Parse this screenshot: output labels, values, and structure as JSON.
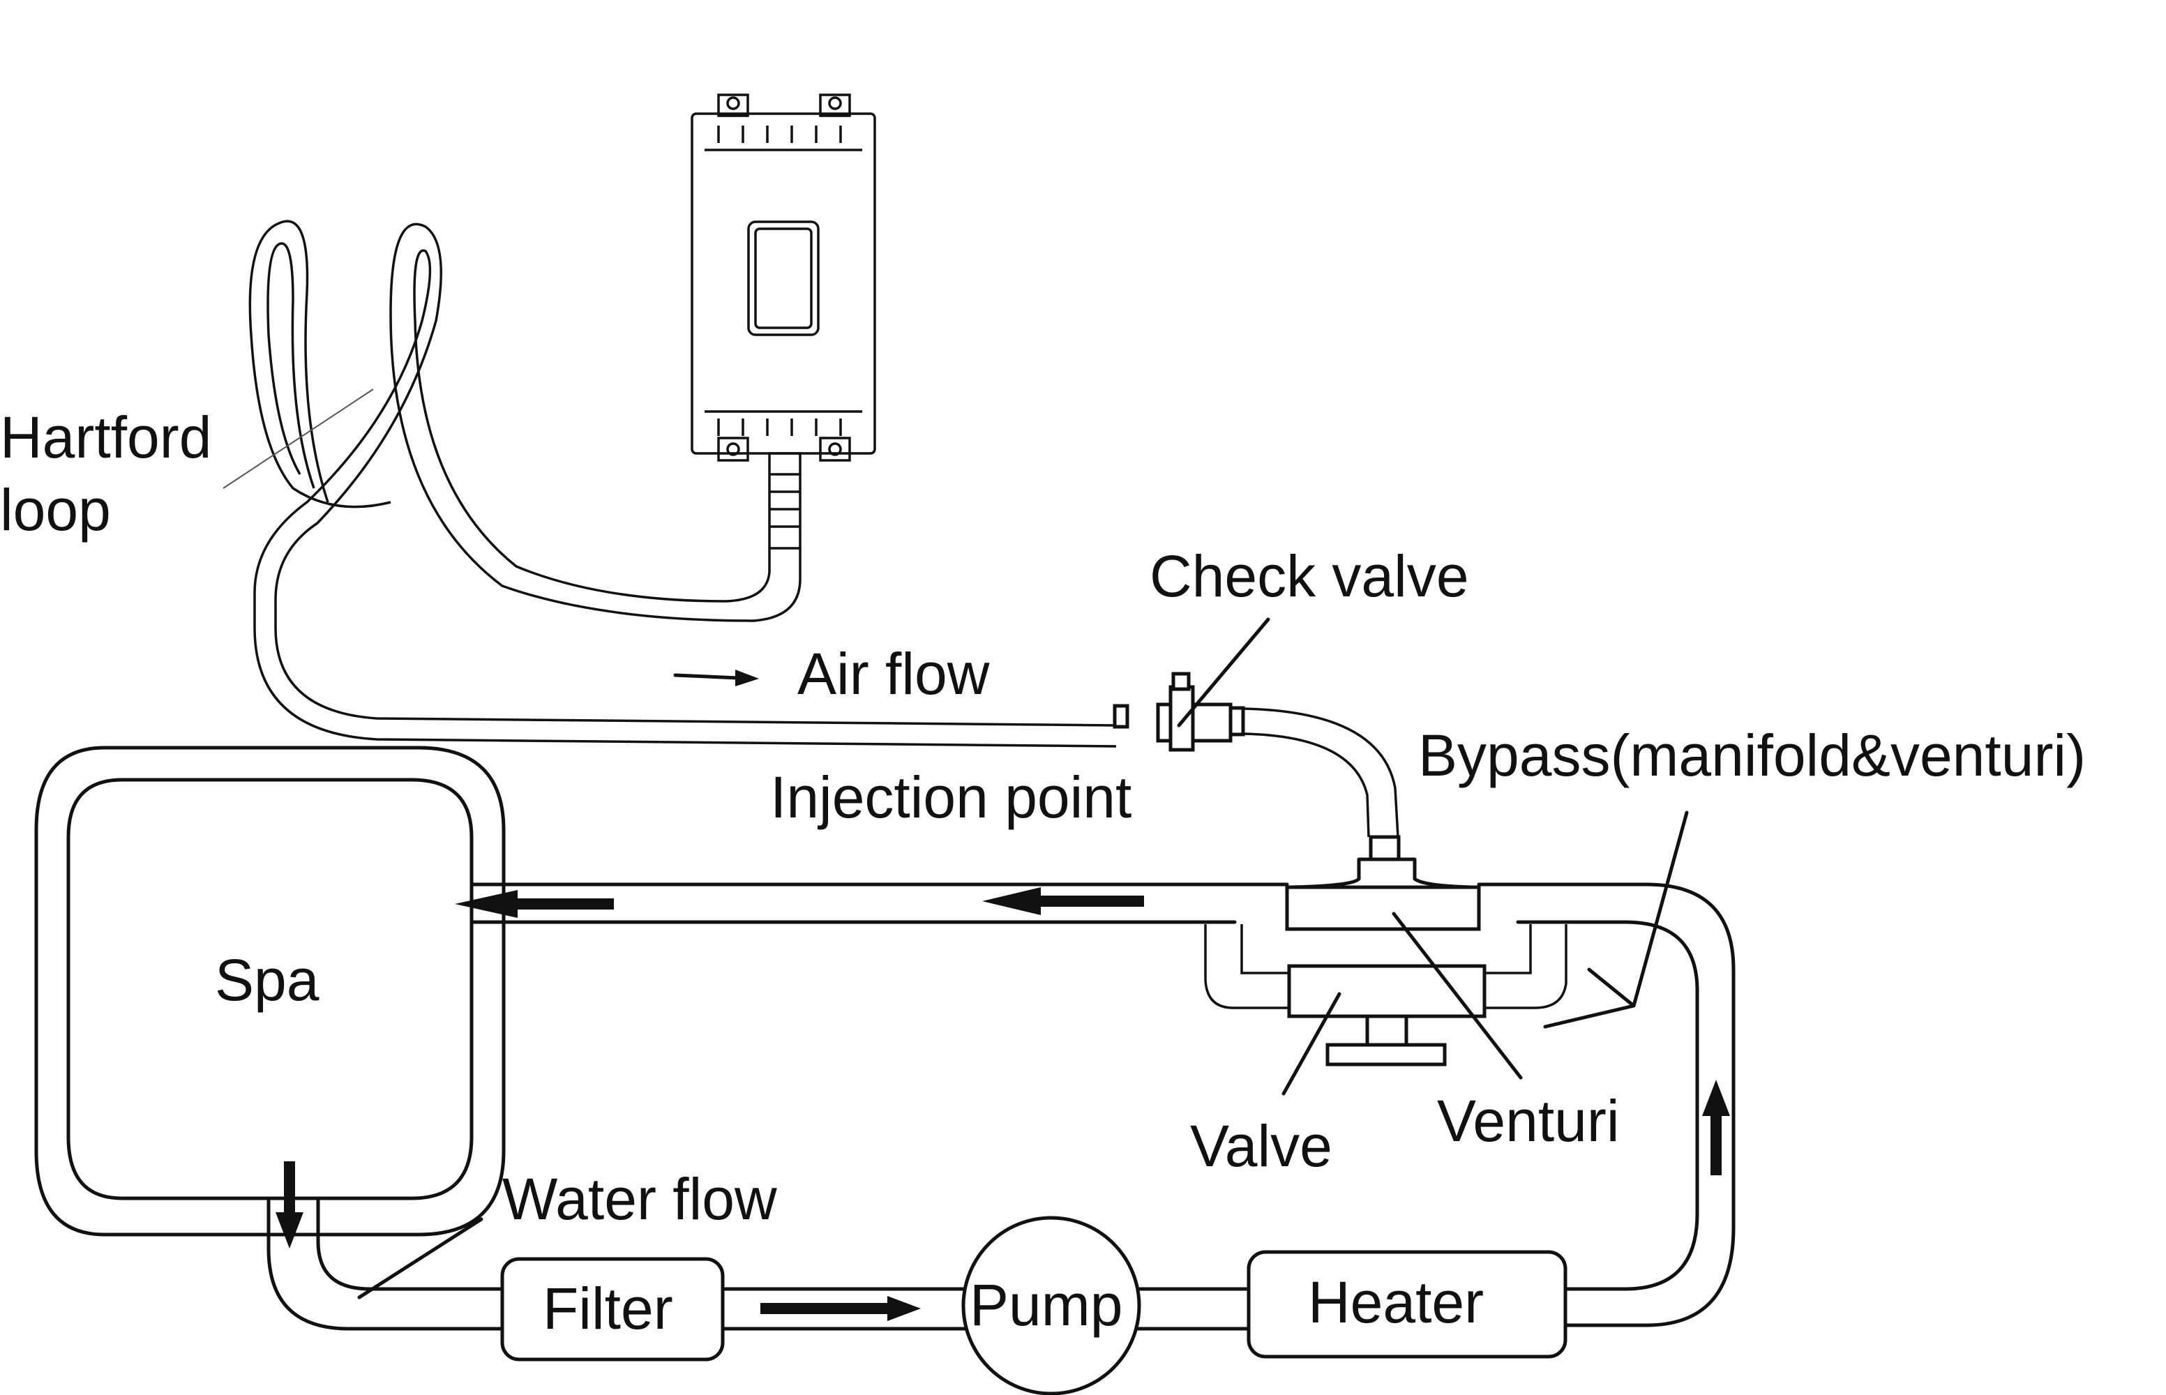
{
  "labels": {
    "hartford_line1": "Hartford",
    "hartford_line2": "loop",
    "check_valve": "Check valve",
    "air_flow": "Air flow",
    "injection_point": "Injection  point",
    "bypass": "Bypass(manifold&venturi)",
    "spa": "Spa",
    "valve": "Valve",
    "venturi": "Venturi",
    "water_flow": "Water flow",
    "filter": "Filter",
    "pump": "Pump",
    "heater": "Heater"
  },
  "colors": {
    "line": "#111111",
    "background": "#ffffff"
  }
}
